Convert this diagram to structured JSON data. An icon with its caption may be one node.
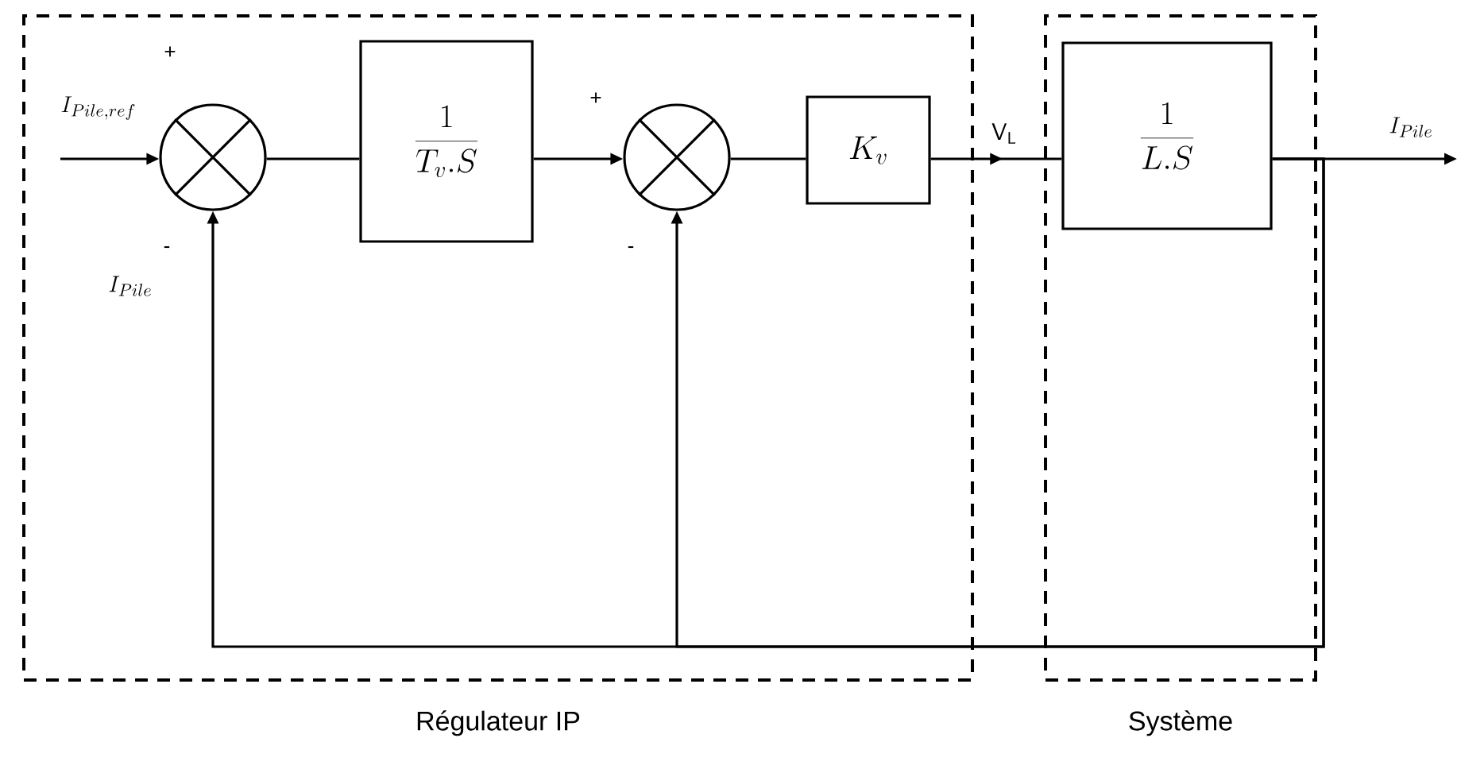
{
  "diagram": {
    "nodes": [
      {
        "text": [
          "Régulateur IP"
        ]
      },
      {
        "text": [
          "Système"
        ]
      },
      {
        "text": [],
        "shape": "circle",
        "in": 0
      },
      {
        "text": [
          "\\frac{1}{T_v.S}"
        ],
        "in": 0
      },
      {
        "text": [],
        "shape": "circle",
        "in": 0
      },
      {
        "text": [
          "K_v"
        ],
        "in": 0
      },
      {
        "text": [
          "\\frac{1}{L.S}"
        ],
        "in": 1
      }
    ],
    "edges": [
      {
        "from": null,
        "to": 2,
        "arrow": "to",
        "label": "I_{Pile,ref}"
      },
      {
        "from": 2,
        "to": 3,
        "arrow": "none"
      },
      {
        "from": 3,
        "to": 4,
        "arrow": "to"
      },
      {
        "from": 4,
        "to": 5,
        "arrow": "none"
      },
      {
        "from": 5,
        "to": 6,
        "arrow": "to",
        "label": "\\mathsf{V}_{\\mathsf{L}}"
      },
      {
        "from": 6,
        "to": null,
        "arrow": "to",
        "label": "I_{Pile}"
      },
      {
        "from": 6,
        "to": 2,
        "arrow": "to",
        "label": "I_{Pile}"
      },
      {
        "from": 6,
        "to": 4,
        "arrow": "to"
      }
    ],
    "labels": [
      "+",
      "+",
      "-",
      "-"
    ]
  }
}
